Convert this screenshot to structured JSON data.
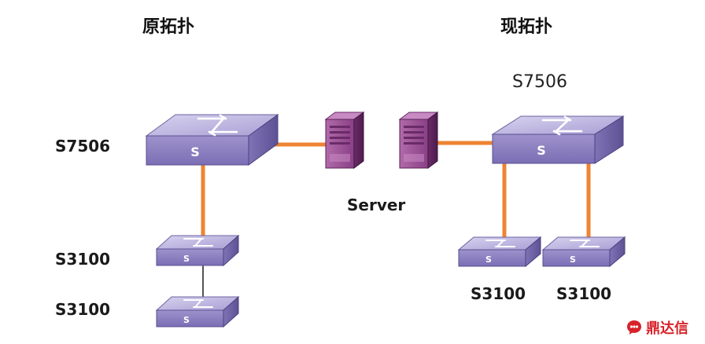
{
  "titles": {
    "original": "原拓扑",
    "current": "现拓扑"
  },
  "labels": {
    "s7506_left": "S7506",
    "s7506_right": "S7506",
    "server": "Server",
    "s3100_left_top": "S3100",
    "s3100_left_bottom": "S3100",
    "s3100_right_a": "S3100",
    "s3100_right_b": "S3100"
  },
  "switch_glyph": "S",
  "brand": {
    "text": "鼎达信",
    "logo_icon": "chat-bubble-logo"
  },
  "colors": {
    "link": "#ee8433",
    "thin_link": "#555555",
    "switch_top": "#c4bce4",
    "switch_front": "#8c7fbf",
    "switch_side": "#6f61a5",
    "server_body": "#8a3f86",
    "brand": "#d8232a"
  }
}
